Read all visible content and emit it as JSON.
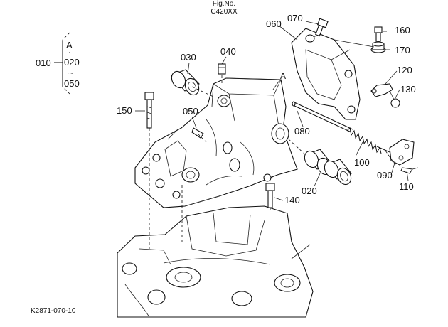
{
  "labels": {
    "p010": "010",
    "pA_top": "A",
    "dot": "·",
    "p020_grp": "020",
    "tilde": "~",
    "p050_grp": "050",
    "p030": "030",
    "p040": "040",
    "p050": "050",
    "p060": "060",
    "p070": "070",
    "p080": "080",
    "p090": "090",
    "p100": "100",
    "p110": "110",
    "p120": "120",
    "p130": "130",
    "p140": "140",
    "p150": "150",
    "p160": "160",
    "p170": "170",
    "p020": "020",
    "pA_mark": "A"
  },
  "fig_ref": {
    "line1": "Fig.No.",
    "line2": "C420XX"
  },
  "drawing_code": "K2871-070-10"
}
